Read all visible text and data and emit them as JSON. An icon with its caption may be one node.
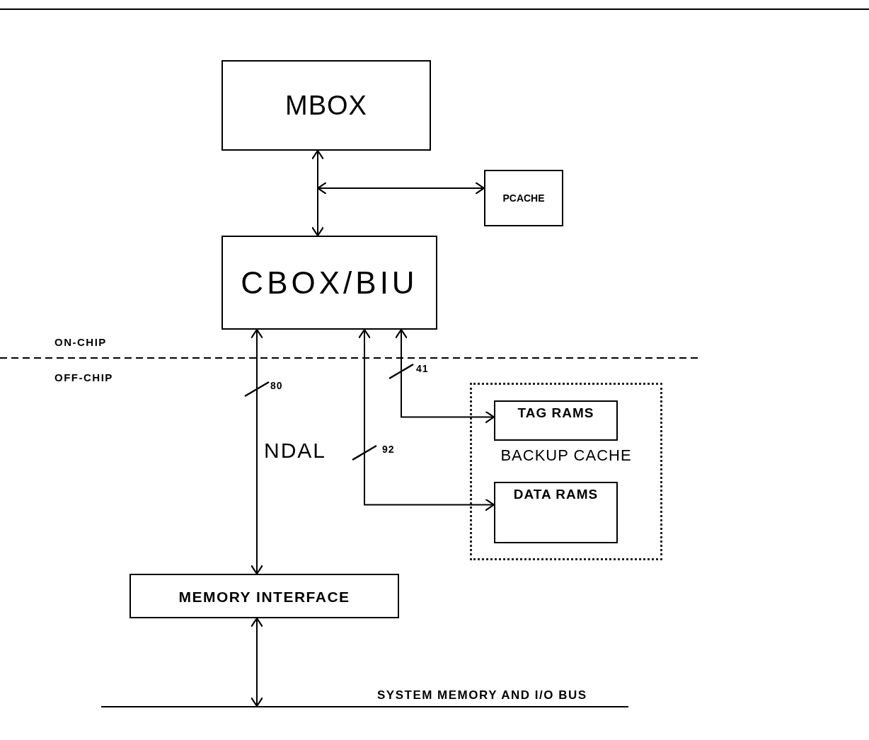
{
  "diagram": {
    "nodes": [
      {
        "text": [
          "MBOX"
        ]
      },
      {
        "text": [
          "PCACHE"
        ]
      },
      {
        "text": [
          "CBOX/BIU"
        ]
      },
      {
        "text": [
          "BACKUP CACHE"
        ]
      },
      {
        "text": [
          "TAG RAMS"
        ],
        "in": 3
      },
      {
        "text": [
          "DATA RAMS"
        ],
        "in": 3
      },
      {
        "text": [
          "MEMORY INTERFACE"
        ]
      },
      {
        "text": [],
        "shape": "bar",
        "beside": [
          "SYSTEM MEMORY AND I/O BUS"
        ]
      }
    ],
    "edges": [
      {
        "from": 0,
        "to": 2,
        "arrow": "both"
      },
      {
        "from": null,
        "to": 1,
        "arrow": "both"
      },
      {
        "from": 2,
        "to": 6,
        "arrow": "both",
        "label": "80"
      },
      {
        "from": 2,
        "to": 5,
        "arrow": "both",
        "label": "92"
      },
      {
        "from": 2,
        "to": 4,
        "arrow": "both",
        "label": "41"
      },
      {
        "from": 6,
        "to": 7,
        "arrow": "both"
      }
    ],
    "labels": [
      "ON-CHIP",
      "OFF-CHIP",
      "NDAL"
    ]
  }
}
